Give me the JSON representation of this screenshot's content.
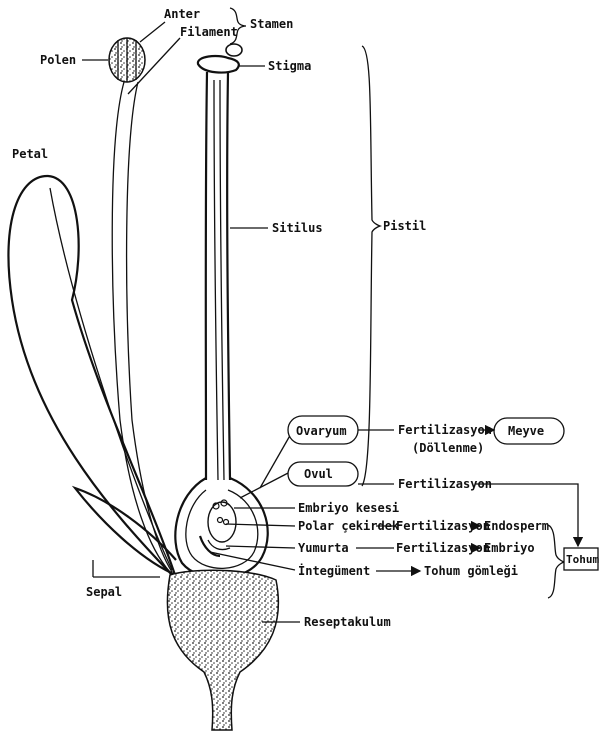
{
  "labels": {
    "anter": "Anter",
    "filament": "Filament",
    "stamen": "Stamen",
    "polen": "Polen",
    "stigma": "Stigma",
    "petal": "Petal",
    "sitilus": "Sitilus",
    "pistil": "Pistil",
    "ovaryum": "Ovaryum",
    "ovul": "Ovul",
    "embriyo_kesesi": "Embriyo kesesi",
    "polar_cekirdek": "Polar çekirdek",
    "yumurta": "Yumurta",
    "integument": "İntegüment",
    "sepal": "Sepal",
    "reseptakulum": "Reseptakulum"
  },
  "flow": {
    "fertilizasyon_ovaryum": "Fertilizasyon",
    "dollenme": "(Döllenme)",
    "meyve": "Meyve",
    "fertilizasyon_ovul": "Fertilizasyon",
    "fertilizasyon_polar": "Fertilizasyon",
    "endosperm": "Endosperm",
    "fertilizasyon_yumurta": "Fertilizasyon",
    "embriyo": "Embriyo",
    "tohum_gomlegi": "Tohum gömleği",
    "tohum": "Tohum"
  }
}
